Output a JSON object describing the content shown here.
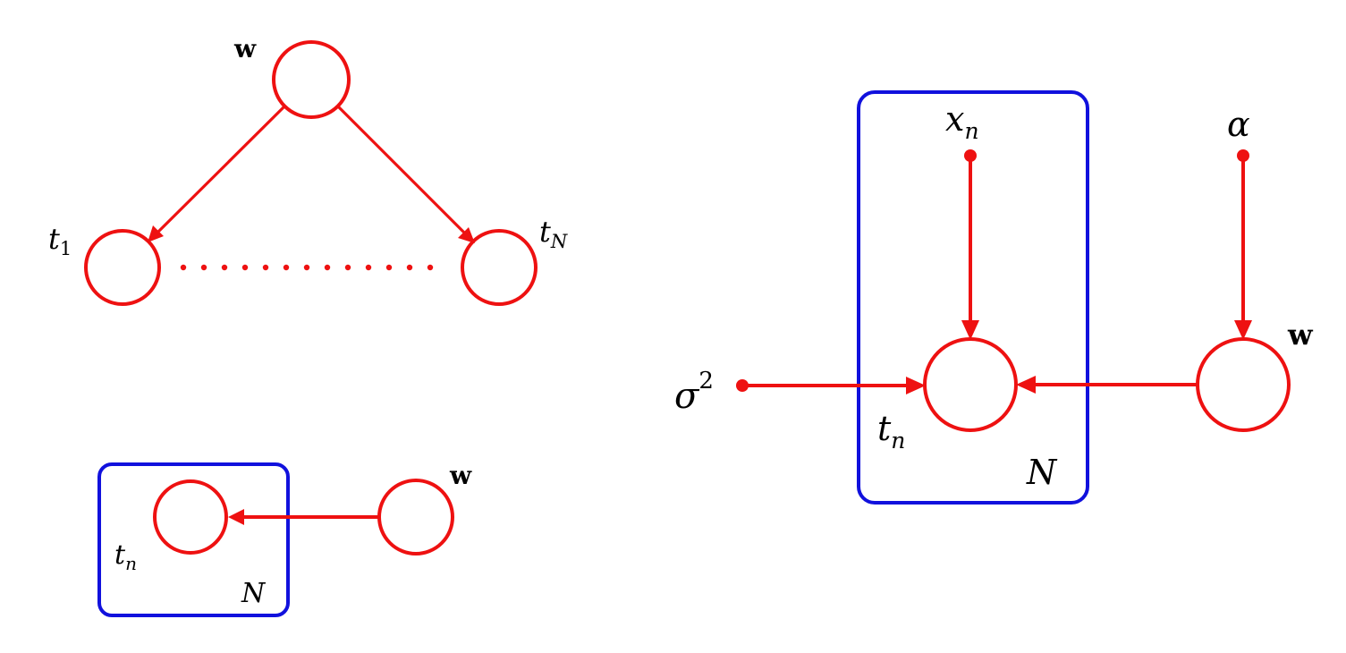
{
  "colors": {
    "node_stroke": "#ee1111",
    "plate_stroke": "#1111dd",
    "background": "#ffffff"
  },
  "diagram_top": {
    "label_w": "w",
    "label_t1_base": "t",
    "label_t1_sub": "1",
    "label_tN_base": "t",
    "label_tN_sub": "N"
  },
  "diagram_plate_small": {
    "label_w": "w",
    "label_tn_base": "t",
    "label_tn_sub": "n",
    "label_plate": "N"
  },
  "diagram_right": {
    "label_xn_base": "x",
    "label_xn_sub": "n",
    "label_alpha": "α",
    "label_w": "w",
    "label_sigma_base": "σ",
    "label_sigma_sup": "2",
    "label_tn_base": "t",
    "label_tn_sub": "n",
    "label_plate": "N"
  }
}
